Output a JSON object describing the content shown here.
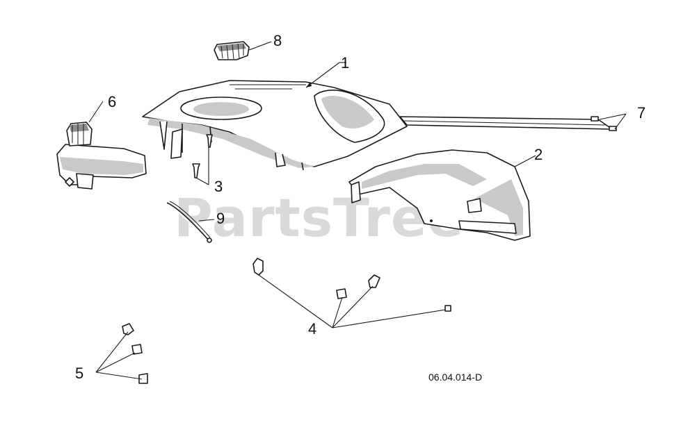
{
  "watermark": "PartsTree",
  "diagram_code": "06.04.014-D",
  "callouts": {
    "c1": "1",
    "c2": "2",
    "c3": "3",
    "c4": "4",
    "c5": "5",
    "c6": "6",
    "c7": "7",
    "c8": "8",
    "c9": "9"
  },
  "colors": {
    "ink": "#1a1a1a",
    "shade": "#c9c9c9",
    "watermark": "#d9d9d9"
  }
}
